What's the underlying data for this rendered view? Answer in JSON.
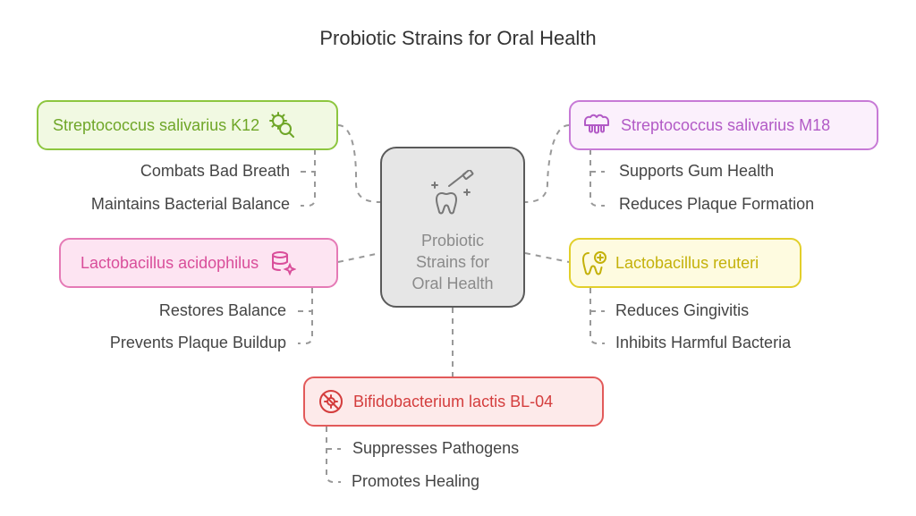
{
  "title": "Probiotic Strains for Oral Health",
  "center": {
    "label": "Probiotic\nStrains for\nOral Health",
    "icon": "tooth-brush-sparkle-icon"
  },
  "colors": {
    "green": {
      "fill": "#f1f9e2",
      "border": "#8dc63f",
      "text": "#6fa628"
    },
    "purple": {
      "fill": "#fbf0fc",
      "border": "#c77ad6",
      "text": "#b25ac6"
    },
    "pink": {
      "fill": "#fde4f2",
      "border": "#e57ab6",
      "text": "#d94e9a"
    },
    "yellow": {
      "fill": "#fefbe0",
      "border": "#e2cf2a",
      "text": "#c4b10a"
    },
    "red": {
      "fill": "#fdeaea",
      "border": "#e25a5a",
      "text": "#d43d3d"
    },
    "connector": "#999999"
  },
  "strains": [
    {
      "id": "k12",
      "name": "Streptococcus salivarius K12",
      "icon": "bacteria-magnifier-icon",
      "benefits": [
        "Combats Bad Breath",
        "Maintains Bacterial Balance"
      ]
    },
    {
      "id": "m18",
      "name": "Streptococcus salivarius M18",
      "icon": "gums-icon",
      "benefits": [
        "Supports Gum Health",
        "Reduces Plaque Formation"
      ]
    },
    {
      "id": "acidophilus",
      "name": "Lactobacillus acidophilus",
      "icon": "database-sparkle-icon",
      "benefits": [
        "Restores Balance",
        "Prevents Plaque Buildup"
      ]
    },
    {
      "id": "reuteri",
      "name": "Lactobacillus reuteri",
      "icon": "tooth-plus-icon",
      "benefits": [
        "Reduces Gingivitis",
        "Inhibits Harmful Bacteria"
      ]
    },
    {
      "id": "lactis",
      "name": "Bifidobacterium lactis BL-04",
      "icon": "no-virus-icon",
      "benefits": [
        "Suppresses Pathogens",
        "Promotes Healing"
      ]
    }
  ]
}
